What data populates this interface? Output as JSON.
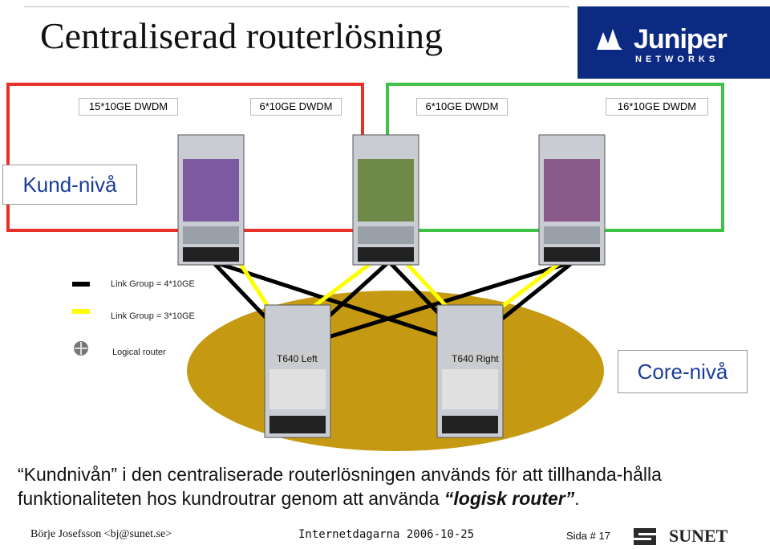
{
  "title": "Centraliserad routerlösning",
  "logo": {
    "name": "Juniper",
    "sub": "NETWORKS"
  },
  "dwdm_labels": [
    "15*10GE DWDM",
    "6*10GE DWDM",
    "6*10GE DWDM",
    "16*10GE DWDM"
  ],
  "kund_label": "Kund-nivå",
  "core_label": "Core-nivå",
  "legend": {
    "black": "Link Group = 4*10GE",
    "yellow": "Link Group = 3*10GE",
    "logical": "Logical router"
  },
  "routers": {
    "left": "T640 Left",
    "right": "T640 Right"
  },
  "description": {
    "part1": "“Kundnivån” i den centraliserade routerlösningen används för att tillhanda-hålla funktionaliteten hos kundroutrar genom att använda ",
    "emph": "“logisk router”",
    "end": "."
  },
  "footer": {
    "author": "Börje Josefsson <bj@sunet.se>",
    "event": "Internetdagarna 2006-10-25",
    "page": "Sida # 17",
    "brand": "SUNET"
  },
  "colors": {
    "red": "#e8302a",
    "green": "#3fc24a",
    "yellow": "#ffff00",
    "ellipse": "#c59a12",
    "accent": "#1a3d9a"
  }
}
